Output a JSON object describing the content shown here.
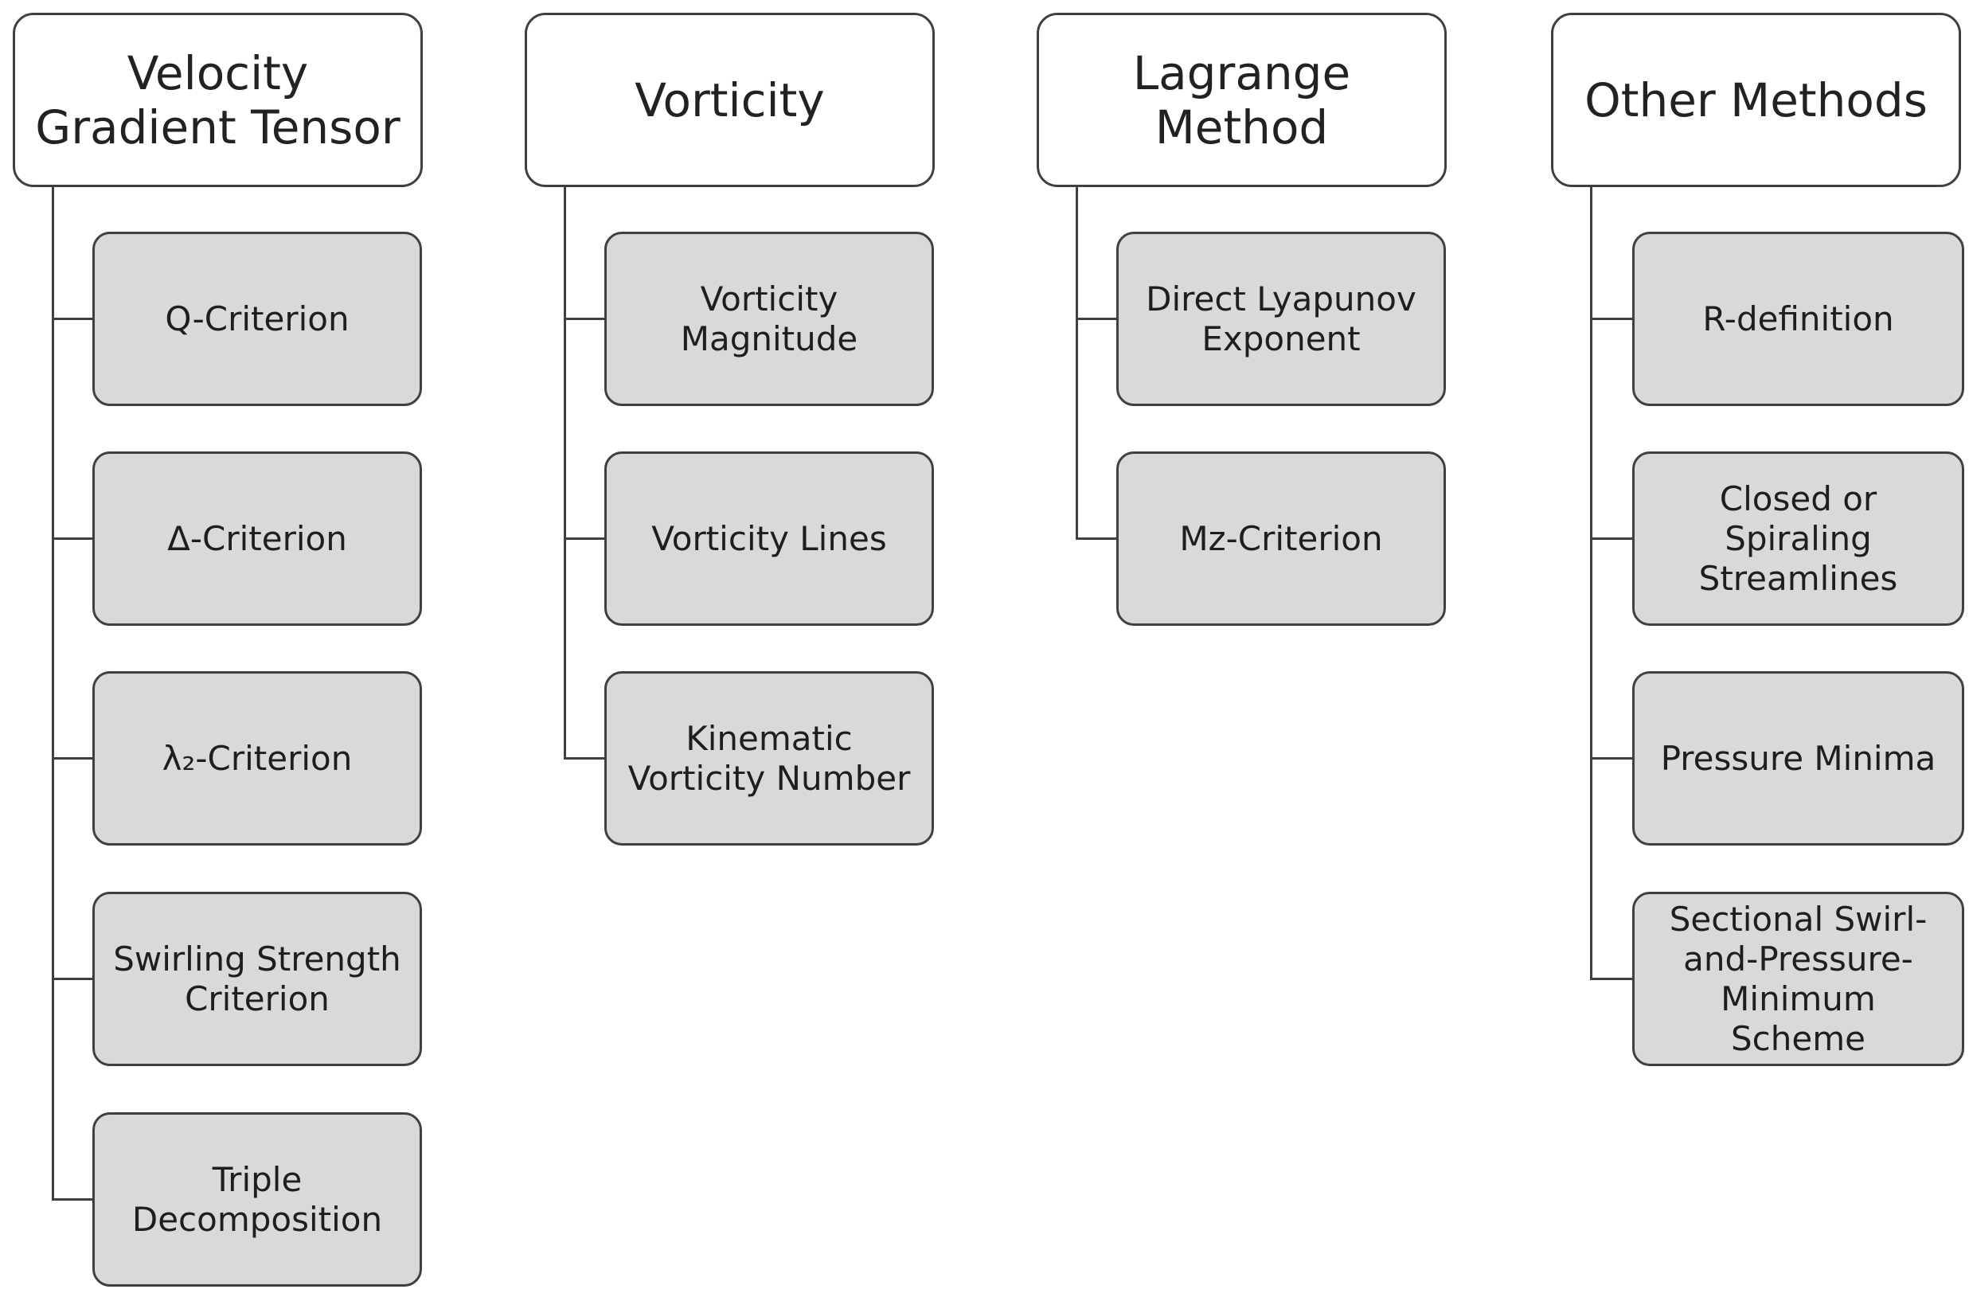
{
  "colors": {
    "header_fill": "#ffffff",
    "child_fill": "#d9d9d9",
    "border": "#404040",
    "connector": "#404040",
    "text": "#1e1e1e"
  },
  "columns": [
    {
      "title": "Velocity\nGradient Tensor",
      "items": [
        "Q-Criterion",
        "Δ-Criterion",
        "λ₂-Criterion",
        "Swirling Strength\nCriterion",
        "Triple\nDecomposition"
      ]
    },
    {
      "title": "Vorticity",
      "items": [
        "Vorticity\nMagnitude",
        "Vorticity Lines",
        "Kinematic\nVorticity Number"
      ]
    },
    {
      "title": "Lagrange\nMethod",
      "items": [
        "Direct Lyapunov\nExponent",
        "Mz-Criterion"
      ]
    },
    {
      "title": "Other Methods",
      "items": [
        "R-definition",
        "Closed or\nSpiraling\nStreamlines",
        "Pressure Minima",
        "Sectional Swirl-\nand-Pressure-\nMinimum\nScheme"
      ]
    }
  ]
}
